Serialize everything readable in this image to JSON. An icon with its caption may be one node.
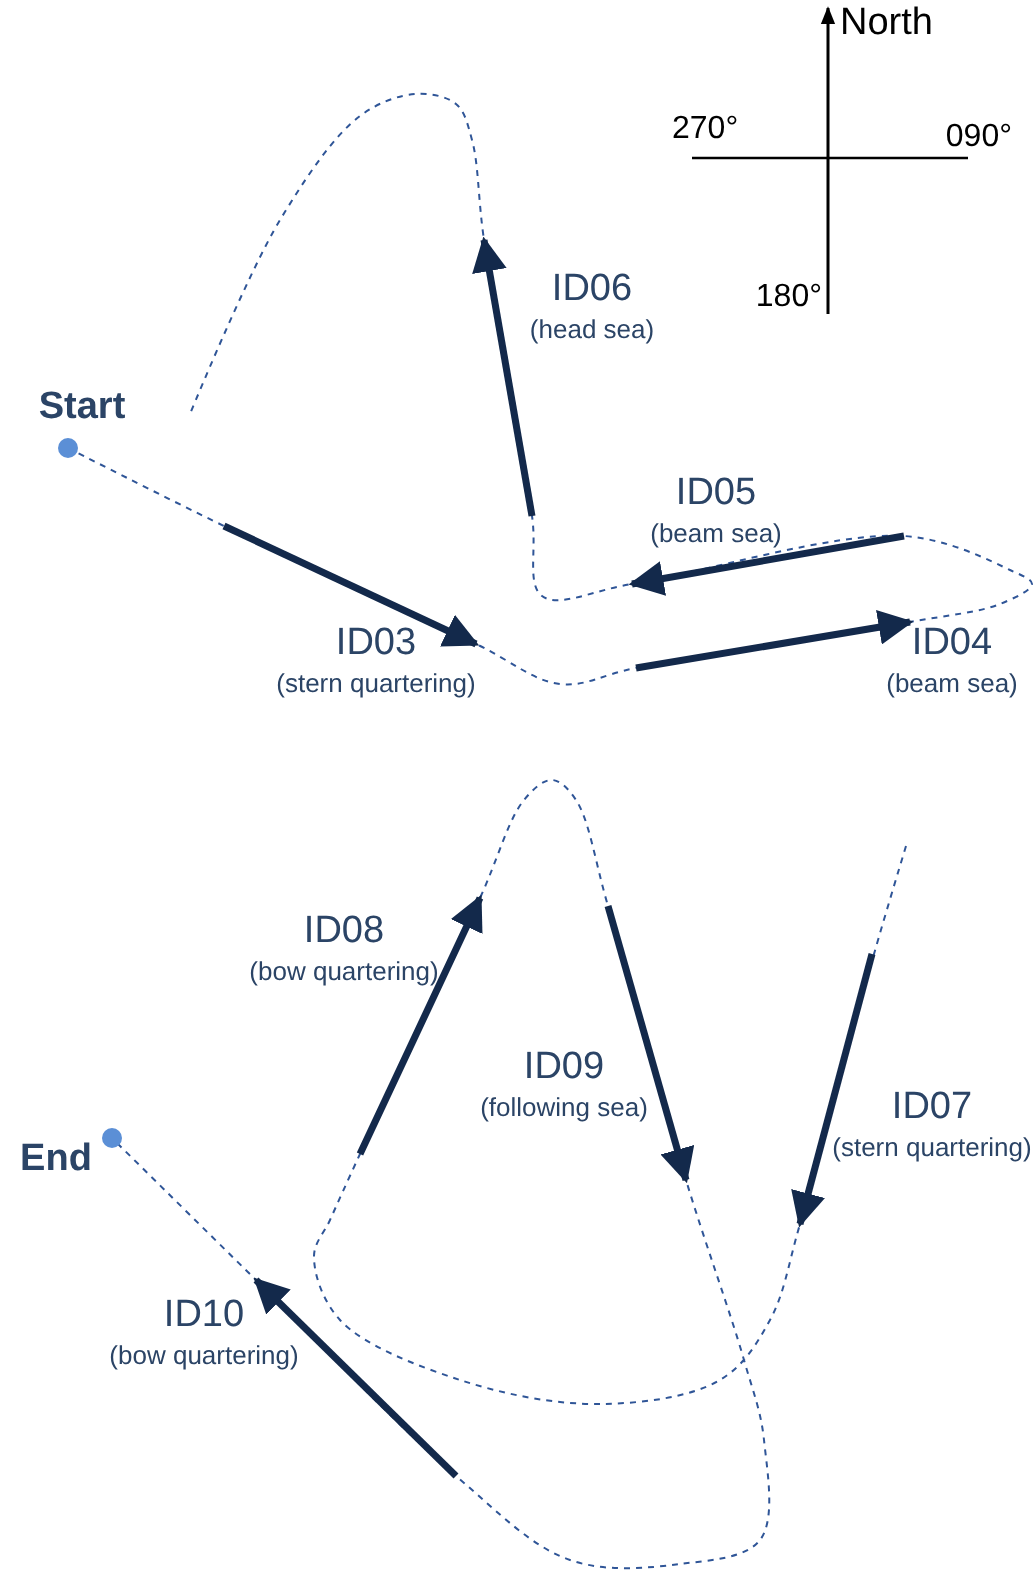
{
  "diagram": {
    "labels": [
      "North",
      "270°",
      "090°",
      "ID06",
      "(head sea)",
      "180°",
      "Start",
      "ID05",
      "(beam sea)",
      "ID03",
      "(stern quartering)",
      "ID04",
      "(beam sea)",
      "ID08",
      "(bow quartering)",
      "ID09",
      "(following sea)",
      "ID07",
      "(stern quartering)",
      "End",
      "ID10",
      "(bow quartering)"
    ]
  }
}
